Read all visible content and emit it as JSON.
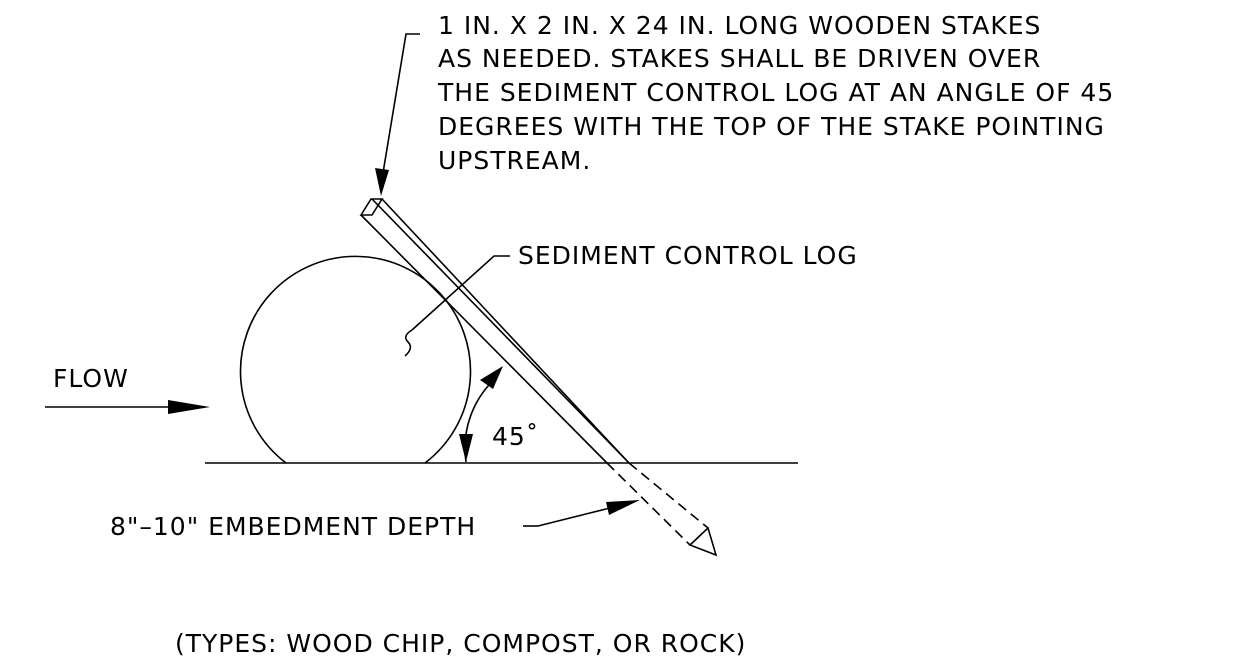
{
  "notes": {
    "stake_note": [
      "1 IN. X 2 IN. X 24 IN. LONG WOODEN STAKES",
      "AS NEEDED.  STAKES SHALL BE DRIVEN OVER",
      "THE SEDIMENT CONTROL LOG AT AN ANGLE OF 45",
      "DEGREES WITH THE TOP OF THE STAKE POINTING",
      "UPSTREAM."
    ],
    "log_label": "SEDIMENT CONTROL LOG",
    "flow_label": "FLOW",
    "angle_label": "45˚",
    "embedment_label": "8\"–10\" EMBEDMENT DEPTH",
    "types_caption": "(TYPES:  WOOD CHIP, COMPOST,  OR ROCK)"
  },
  "colors": {
    "line": "#000000",
    "background": "#ffffff"
  }
}
